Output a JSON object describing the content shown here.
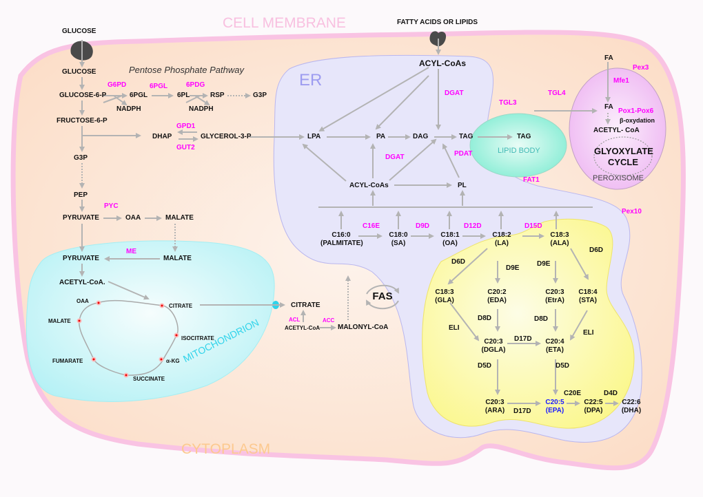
{
  "regions": {
    "cell_membrane": "CELL MEMBRANE",
    "cytoplasm": "CYTOPLASM",
    "er": "ER",
    "mitochondrion": "MITOCHONDRION",
    "lipid_body": "LIPID BODY",
    "peroxisome": "PEROXISOME",
    "fas": "FAS",
    "glyoxylate_cycle_line1": "GLYOXYLATE",
    "glyoxylate_cycle_line2": "CYCLE"
  },
  "colors": {
    "enzyme": "#ff00ff",
    "metabolite": "#111111",
    "highlight": "#1a1aff",
    "arrow": "#b3b3b3",
    "membrane": "#f9c3e3",
    "cytoplasm": "#fde3cf",
    "er": "#e7e6fa",
    "mitochondrion": "#c6f6f8",
    "lipid_body": "#8ff0d8",
    "peroxisome": "#f2c4f5",
    "pufa_zone": "#fcfaa6"
  },
  "glycolysis": {
    "glucose_out": "GLUCOSE",
    "glucose_in": "GLUCOSE",
    "glucose_6p": "GLUCOSE-6-P",
    "fructose_6p": "FRUCTOSE-6-P",
    "g3p": "G3P",
    "pep": "PEP",
    "pyruvate": "PYRUVATE",
    "oaa": "OAA",
    "malate": "MALATE",
    "pyc": "PYC"
  },
  "ppp": {
    "title": "Pentose Phosphate Pathway",
    "g6pd": "G6PD",
    "pgl_metabolite": "6PGL",
    "pgl_enzyme": "6PGL",
    "pl": "6PL",
    "pdg": "6PDG",
    "rsp": "RSP",
    "g3p": "G3P",
    "nadph1": "NADPH",
    "nadph2": "NADPH"
  },
  "glycerol": {
    "dhap": "DHAP",
    "glycerol_3p": "GLYCEROL-3-P",
    "gpd1": "GPD1",
    "gut2": "GUT2"
  },
  "mito": {
    "pyruvate": "PYRUVATE",
    "malate": "MALATE",
    "me": "ME",
    "acetyl_coa": "ACETYL-CoA.",
    "tca": [
      "OAA",
      "CITRATE",
      "ISOCITRATE",
      "α-KG",
      "SUCCINATE",
      "FUMARATE",
      "MALATE"
    ]
  },
  "cyto_lipo": {
    "citrate": "CITRATE",
    "acl": "ACL",
    "acetyl_coa": "ACETYL-CoA",
    "acc": "ACC",
    "malonyl_coa": "MALONYL-CoA"
  },
  "er_pathway": {
    "fatty_acids_in": "FATTY ACIDS OR LIPIDS",
    "acyl_coas_top": "ACYL-CoAs",
    "dgat_top": "DGAT",
    "lpa": "LPA",
    "pa": "PA",
    "dag": "DAG",
    "tag": "TAG",
    "dgat_mid": "DGAT",
    "pdat": "PDAT",
    "acyl_coas_bottom": "ACYL-CoAs",
    "pl": "PL"
  },
  "lipid_body": {
    "tag": "TAG",
    "tgl3": "TGL3",
    "tgl4": "TGL4",
    "fat1": "FAT1"
  },
  "peroxisome": {
    "fa_out": "FA",
    "pex3": "Pex3",
    "mfe1": "Mfe1",
    "fa_in": "FA",
    "pox": "Pox1-Pox6",
    "beta_ox": "β-oxydation",
    "acetyl_coa": "ACETYL- CoA",
    "pex10": "Pex10"
  },
  "fatty_acids": {
    "c16_0": [
      "C16:0",
      "(PALMITATE)"
    ],
    "c18_0": [
      "C18:0",
      "(SA)"
    ],
    "c18_1": [
      "C18:1",
      "(OA)"
    ],
    "c18_2": [
      "C18:2",
      "(LA)"
    ],
    "c18_3_ala": [
      "C18:3",
      "(ALA)"
    ],
    "c18_3_gla": [
      "C18:3",
      "(GLA)"
    ],
    "c20_2": [
      "C20:2",
      "(EDA)"
    ],
    "c20_3_etra": [
      "C20:3",
      "(EtrA)"
    ],
    "c18_4": [
      "C18:4",
      "(STA)"
    ],
    "c20_3_dgla": [
      "C20:3",
      "(DGLA)"
    ],
    "c20_4": [
      "C20:4",
      "(ETA)"
    ],
    "c20_3_ara": [
      "C20:3",
      "(ARA)"
    ],
    "c20_5": [
      "C20:5",
      "(EPA)"
    ],
    "c22_5": [
      "C22:5",
      "(DPA)"
    ],
    "c22_6": [
      "C22:6",
      "(DHA)"
    ]
  },
  "fa_enzymes": {
    "c16e": "C16E",
    "d9d": "D9D",
    "d12d": "D12D",
    "d15d": "D15D",
    "d6d_left": "D6D",
    "d9e_left": "D9E",
    "d9e_right": "D9E",
    "d6d_right": "D6D",
    "d8d_left": "D8D",
    "d8d_right": "D8D",
    "eli_left": "ELI",
    "eli_right": "ELI",
    "d17d_top": "D17D",
    "d5d_left": "D5D",
    "d5d_right": "D5D",
    "d17d_bottom": "D17D",
    "c20e": "C20E",
    "d4d": "D4D"
  }
}
